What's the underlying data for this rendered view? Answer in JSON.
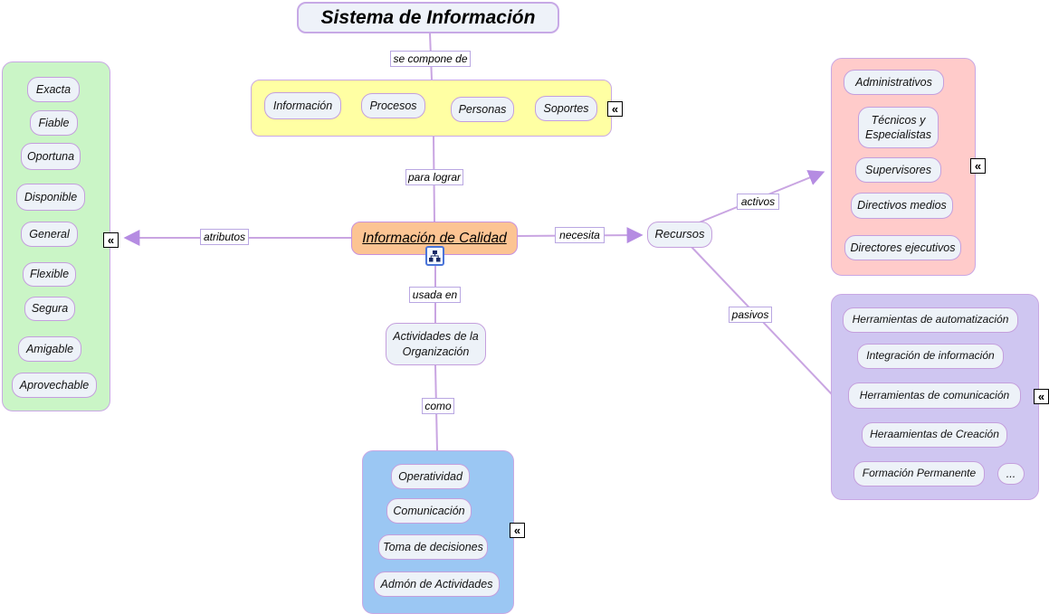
{
  "title": "Sistema de Información",
  "connectors": {
    "se_compone_de": "se compone de",
    "para_lograr": "para lograr",
    "atributos": "atributos",
    "necesita": "necesita",
    "usada_en": "usada en",
    "como": "como",
    "activos": "activos",
    "pasivos": "pasivos"
  },
  "nodes": {
    "center": "Información de Calidad",
    "recursos": "Recursos",
    "actividades": "Actividades de la Organización"
  },
  "groups": {
    "componentes": {
      "color": "#ffffa3",
      "items": [
        "Información",
        "Procesos",
        "Personas",
        "Soportes"
      ]
    },
    "atributos": {
      "color": "#caf5c6",
      "items": [
        "Exacta",
        "Fiable",
        "Oportuna",
        "Disponible",
        "General",
        "Flexible",
        "Segura",
        "Amigable",
        "Aprovechable"
      ]
    },
    "recursos_activos": {
      "color": "#ffcbca",
      "items": [
        "Administrativos",
        "Técnicos y Especialistas",
        "Supervisores",
        "Directivos medios",
        "Directores ejecutivos"
      ]
    },
    "recursos_pasivos": {
      "color": "#cfc6f1",
      "items": [
        "Herramientas de automatización",
        "Integración de información",
        "Herramientas de comunicación",
        "Heraamientas de Creación",
        "Formación Permanente",
        "..."
      ]
    },
    "actividades_como": {
      "color": "#9bc7f3",
      "items": [
        "Operatividad",
        "Comunicación",
        "Toma de decisiones",
        "Admón de Actividades"
      ]
    }
  },
  "icons": {
    "collapse_glyph": "«"
  },
  "colors": {
    "node_fill": "#edf2f8",
    "node_border": "#c49fdd",
    "line": "#c9a5e2",
    "arrow": "#b58ce2",
    "center_fill": "#fcc493",
    "title_fill": "#eef2f9"
  }
}
